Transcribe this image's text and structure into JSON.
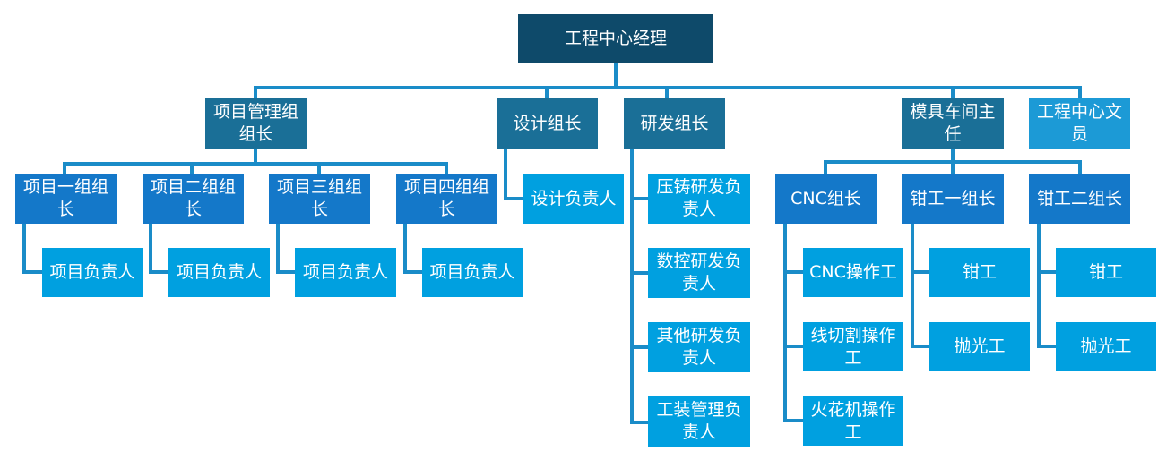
{
  "org_chart": {
    "root": "工程中心经理",
    "departments": {
      "project_mgmt": "项目管理组组长",
      "design": "设计组长",
      "rnd": "研发组长",
      "mold": "模具车间主任",
      "clerk": "工程中心文员"
    },
    "project_groups": [
      {
        "leader": "项目一组组长",
        "member": "项目负责人"
      },
      {
        "leader": "项目二组组长",
        "member": "项目负责人"
      },
      {
        "leader": "项目三组组长",
        "member": "项目负责人"
      },
      {
        "leader": "项目四组组长",
        "member": "项目负责人"
      }
    ],
    "design_members": [
      "设计负责人"
    ],
    "rnd_members": [
      "压铸研发负责人",
      "数控研发负责人",
      "其他研发负责人",
      "工装管理负责人"
    ],
    "mold_groups": [
      {
        "leader": "CNC组长",
        "members": [
          "CNC操作工",
          "线切割操作工",
          "火花机操作工"
        ]
      },
      {
        "leader": "钳工一组长",
        "members": [
          "钳工",
          "抛光工"
        ]
      },
      {
        "leader": "钳工二组长",
        "members": [
          "钳工",
          "抛光工"
        ]
      }
    ]
  },
  "colors": {
    "root": "#0e4a6a",
    "department": "#1a6f97",
    "clerk": "#1c9ad6",
    "group_leader": "#1478c9",
    "member": "#00a0e0",
    "connector": "#1a8cc8"
  }
}
